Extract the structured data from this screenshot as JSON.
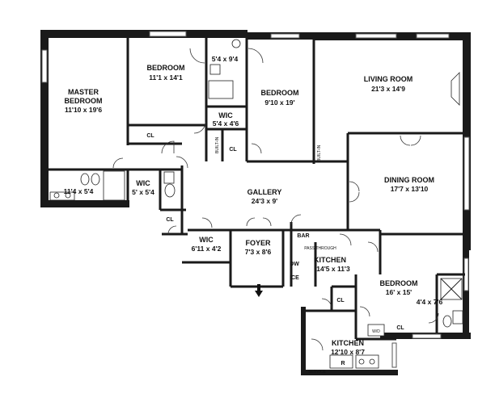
{
  "rooms": {
    "master_bedroom": {
      "name_line1": "MASTER",
      "name_line2": "BEDROOM",
      "dims": "11'10 x 19'6"
    },
    "bedroom_1": {
      "name": "BEDROOM",
      "dims": "11'1 x 14'1"
    },
    "bath_top": {
      "dims": "5'4 x 9'4"
    },
    "wic_top": {
      "name": "WIC",
      "dims": "5'4 x 4'6"
    },
    "bedroom_2": {
      "name": "BEDROOM",
      "dims": "9'10 x 19'"
    },
    "living_room": {
      "name": "LIVING ROOM",
      "dims": "21'3 x 14'9"
    },
    "master_bath": {
      "dims": "11'4 x 5'4"
    },
    "wic_left": {
      "name": "WIC",
      "dims": "5' x 5'4"
    },
    "gallery": {
      "name": "GALLERY",
      "dims": "24'3 x 9'"
    },
    "dining_room": {
      "name": "DINING ROOM",
      "dims": "17'7 x 13'10"
    },
    "wic_bottom": {
      "name": "WIC",
      "dims": "6'11 x 4'2"
    },
    "foyer": {
      "name": "FOYER",
      "dims": "7'3 x 8'6"
    },
    "kitchen_main": {
      "name": "KITCHEN",
      "dims": "14'5 x 11'3"
    },
    "bedroom_3": {
      "name": "BEDROOM",
      "dims": "16' x 15'"
    },
    "bath_right": {
      "dims": "4'4 x 7'6"
    },
    "kitchen_service": {
      "name": "KITCHEN",
      "dims": "12'10 x 8'7"
    }
  },
  "labels": {
    "cl": "CL",
    "built_in": "BUILT-IN",
    "bar": "BAR",
    "pass_through": "PASS THROUGH",
    "dw": "DW",
    "ice": "ICE",
    "wd": "W/D",
    "r": "R",
    "service": "SERVICE"
  }
}
